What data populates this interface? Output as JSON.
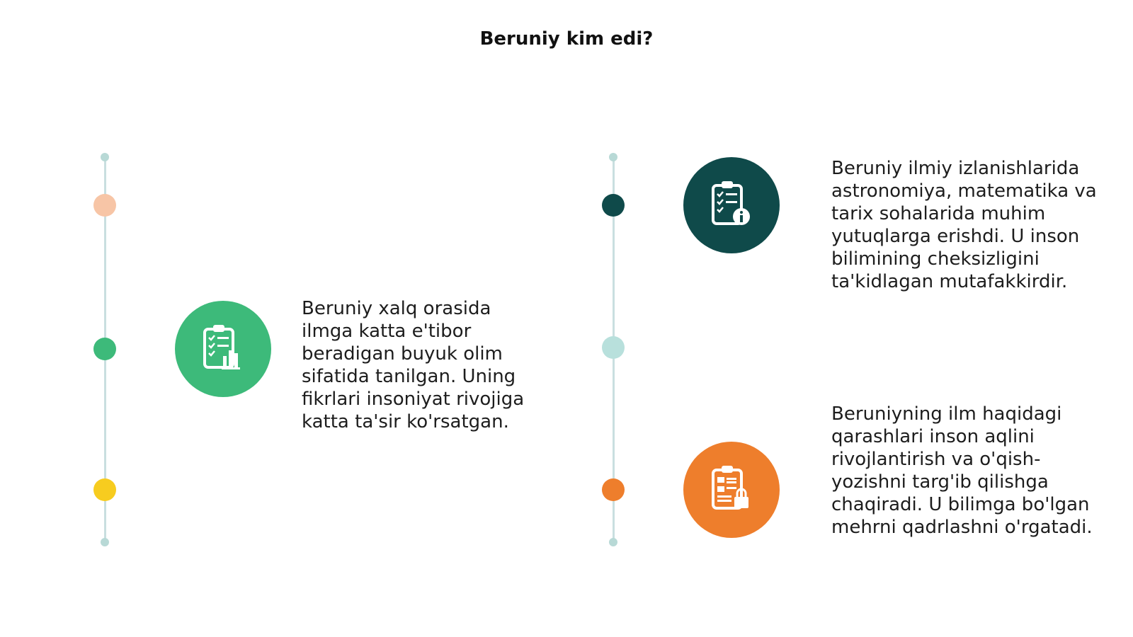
{
  "title": "Beruniy kim edi?",
  "items": [
    {
      "text": "Beruniy xalq orasida ilmga katta e'tibor beradigan buyuk olim sifatida tanilgan. Uning fikrlari insoniyat rivojiga katta ta'sir ko'rsatgan.",
      "icon": "clipboard-chart-icon",
      "color": "#3dba7a"
    },
    {
      "text": "Beruniy ilmiy izlanishlarida astronomiya, matematika va tarix sohalarida muhim yutuqlarga erishdi. U inson bilimining cheksizligini ta'kidlagan mutafakkirdir.",
      "icon": "clipboard-info-icon",
      "color": "#0f4a4a"
    },
    {
      "text": "Beruniyning ilm haqidagi qarashlari inson aqlini rivojlantirish va o'qish-yozishni targ'ib qilishga chaqiradi. U bilimga bo'lgan mehrni qadrlashni o'rgatadi.",
      "icon": "clipboard-lock-icon",
      "color": "#ee7e2c"
    }
  ],
  "timeline_colors": {
    "left": [
      "#f7c5a6",
      "#3dba7a",
      "#f7cc1f"
    ],
    "right": [
      "#0f4a4a",
      "#b8e0dc",
      "#ee7e2c"
    ]
  }
}
